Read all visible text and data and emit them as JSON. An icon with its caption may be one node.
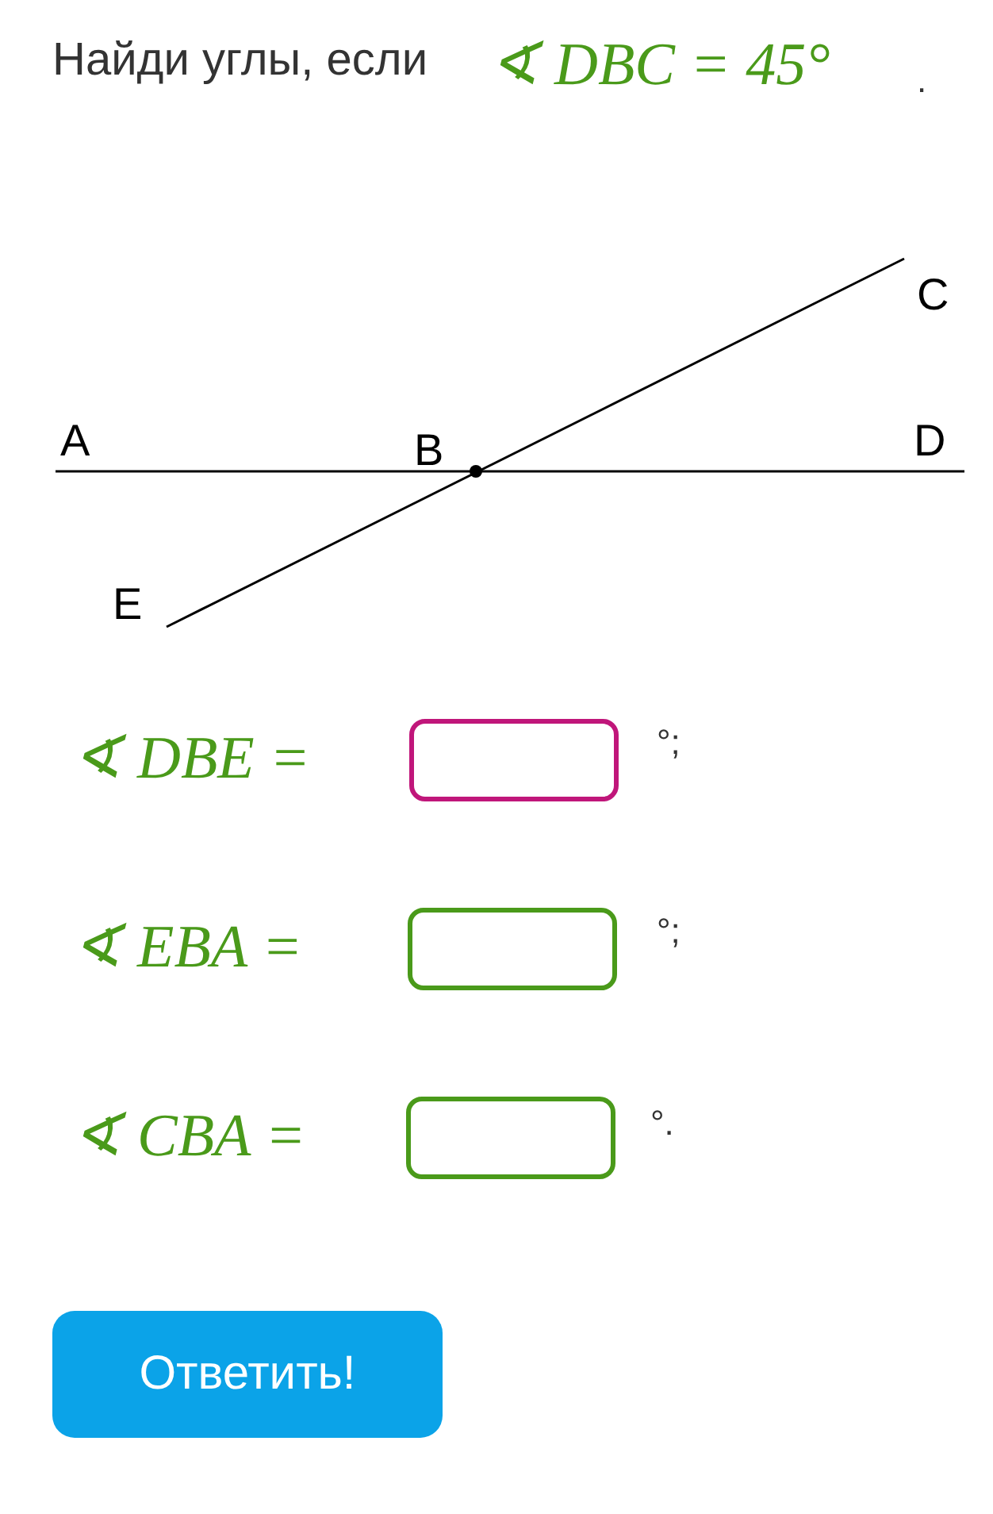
{
  "diagram": {
    "labels": [
      "Найди углы, если",
      "∢ DBC = 45°",
      ".",
      "A",
      "B",
      "C",
      "D",
      "E",
      "∢ DBE =",
      "°;",
      "∢ EBA =",
      "°;",
      "∢ CBA =",
      "°.",
      "Ответить!"
    ]
  }
}
